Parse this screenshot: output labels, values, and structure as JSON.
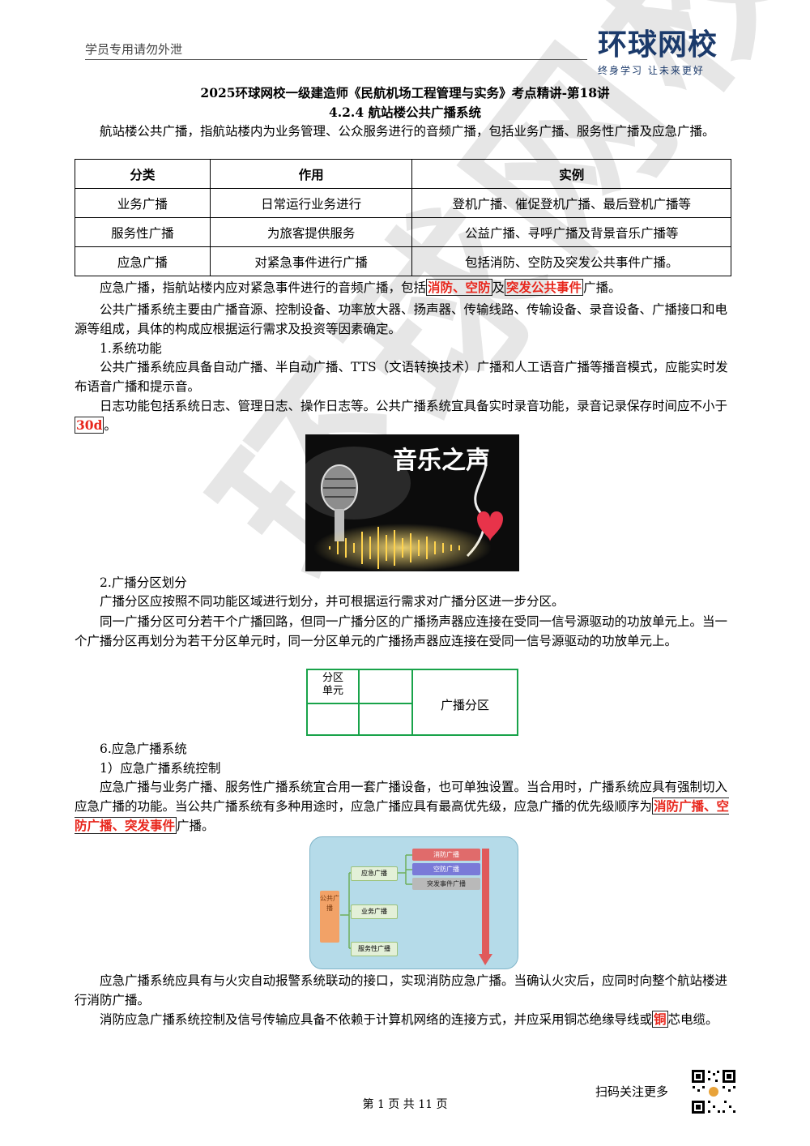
{
  "header": {
    "note": "学员专用请勿外泄",
    "logo_main": "环球网校",
    "logo_sub": "终身学习 让未来更好"
  },
  "watermark": "环球网校",
  "title": "2025环球网校一级建造师《民航机场工程管理与实务》考点精讲-第18讲",
  "section": "4.2.4 航站楼公共广播系统",
  "intro": "航站楼公共广播，指航站楼内为业务管理、公众服务进行的音频广播，包括业务广播、服务性广播及应急广播。",
  "table": {
    "headers": [
      "分类",
      "作用",
      "实例"
    ],
    "rows": [
      [
        "业务广播",
        "日常运行业务进行",
        "登机广播、催促登机广播、最后登机广播等"
      ],
      [
        "服务性广播",
        "为旅客提供服务",
        "公益广播、寻呼广播及背景音乐广播等"
      ],
      [
        "应急广播",
        "对紧急事件进行广播",
        "包括消防、空防及突发公共事件广播。"
      ]
    ]
  },
  "p_emergency": {
    "pre": "应急广播，指航站楼内应对紧急事件进行的音频广播，包括",
    "hl1": "消防、空防",
    "mid": "及",
    "hl2": "突发公共事件",
    "post": "广播。"
  },
  "p_composition": "公共广播系统主要由广播音源、控制设备、功率放大器、扬声器、传输线路、传输设备、录音设备、广播接口和电源等组成，具体的构成应根据运行需求及投资等因素确定。",
  "h_func": "1.系统功能",
  "p_func": "公共广播系统应具备自动广播、半自动广播、TTS（文语转换技术）广播和人工语音广播等播音模式，应能实时发布语音广播和提示音。",
  "p_log": {
    "pre": "日志功能包括系统日志、管理日志、操作日志等。公共广播系统宜具备实时录音功能，录音记录保存时间应不小于",
    "hl": "30d",
    "post": "。"
  },
  "image_music": {
    "caption": "音乐之声"
  },
  "h_zone": "2.广播分区划分",
  "p_zone1": "广播分区应按照不同功能区域进行划分，并可根据运行需求对广播分区进一步分区。",
  "p_zone2": "同一广播分区可分若干个广播回路，但同一广播分区的广播扬声器应连接在受同一信号源驱动的功放单元上。当一个广播分区再划分为若干分区单元时，同一分区单元的广播扬声器应连接在受同一信号源驱动的功放单元上。",
  "zone_fig": {
    "unit": "分区单元",
    "zone": "广播分区"
  },
  "h_emerg": "6.应急广播系统",
  "h_ctrl": "1）应急广播系统控制",
  "p_ctrl": {
    "pre": "应急广播与业务广播、服务性广播系统宜合用一套广播设备，也可单独设置。当合用时，广播系统应具有强制切入应急广播的功能。当公共广播系统有多种用途时，应急广播应具有最高优先级，应急广播的优先级顺序为",
    "hl": "消防广播、空防广播、突发事件",
    "post": "广播。"
  },
  "diagram": {
    "root": "公共广播",
    "emergency": "应急广播",
    "business": "业务广播",
    "service": "服务性广播",
    "fire": "消防广播",
    "air": "空防广播",
    "sudden": "突发事件广播"
  },
  "p_fire": "应急广播系统应具有与火灾自动报警系统联动的接口，实现消防应急广播。当确认火灾后，应同时向整个航站楼进行消防广播。",
  "p_cable": {
    "pre": "消防应急广播系统控制及信号传输应具备不依赖于计算机网络的连接方式，并应采用铜芯绝缘导线或",
    "hl": "铜",
    "post": "芯电缆。"
  },
  "qr_text": "扫码关注更多",
  "footer": "第 1 页 共 11 页",
  "colors": {
    "highlight": "#e8261c",
    "zone_border": "#19a34a",
    "logo": "#1b3a6b"
  }
}
